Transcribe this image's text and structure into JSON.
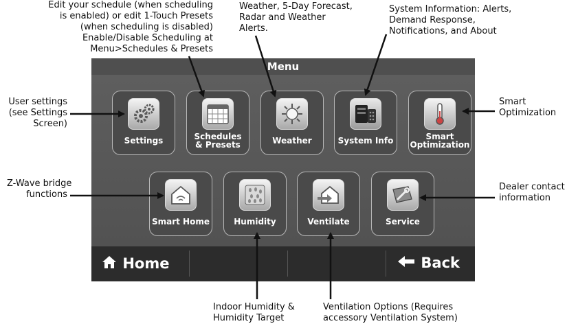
{
  "callouts": {
    "schedules": [
      "Edit your schedule (when scheduling",
      "is enabled) or edit 1-Touch Presets",
      "(when scheduling is disabled)",
      "Enable/Disable Scheduling at",
      "Menu>Schedules & Presets"
    ],
    "weather": [
      "Weather, 5-Day Forecast,",
      "Radar and Weather",
      "Alerts."
    ],
    "system_info": [
      "System Information: Alerts,",
      "Demand Response,",
      "Notifications, and About"
    ],
    "user_settings": [
      "User settings",
      "(see Settings",
      "Screen)"
    ],
    "smart_optimization": [
      "Smart",
      "Optimization"
    ],
    "zwave": [
      "Z-Wave bridge",
      "functions"
    ],
    "dealer": [
      "Dealer contact",
      "information"
    ],
    "humidity": [
      "Indoor Humidity &",
      "Humidity Target"
    ],
    "ventilation": [
      "Ventilation Options (Requires",
      "accessory Ventilation System)"
    ]
  },
  "screen": {
    "title": "Menu",
    "tiles_row1": [
      {
        "label": [
          "Settings"
        ],
        "icon": "gears-icon"
      },
      {
        "label": [
          "Schedules",
          "& Presets"
        ],
        "icon": "calendar-icon"
      },
      {
        "label": [
          "Weather"
        ],
        "icon": "sun-icon"
      },
      {
        "label": [
          "System Info"
        ],
        "icon": "system-info-icon"
      },
      {
        "label": [
          "Smart",
          "Optimization"
        ],
        "icon": "thermometer-icon"
      }
    ],
    "tiles_row2": [
      {
        "label": [
          "Smart Home"
        ],
        "icon": "smart-home-icon"
      },
      {
        "label": [
          "Humidity"
        ],
        "icon": "droplets-icon"
      },
      {
        "label": [
          "Ventilate"
        ],
        "icon": "ventilate-icon"
      },
      {
        "label": [
          "Service"
        ],
        "icon": "service-wrench-icon"
      }
    ],
    "nav": {
      "home_label": "Home",
      "back_label": "Back",
      "home_icon": "home-icon",
      "back_icon": "arrow-left-icon"
    }
  }
}
